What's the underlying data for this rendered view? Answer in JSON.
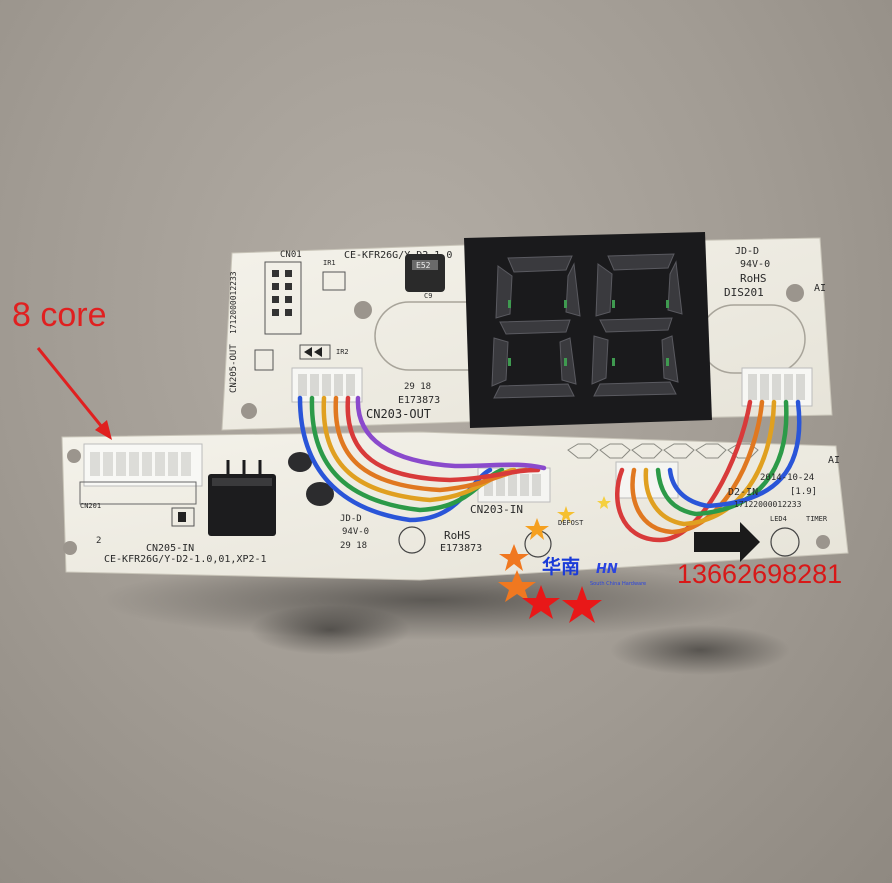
{
  "annotation": {
    "label": "8 core",
    "color": "#e02020"
  },
  "watermark": {
    "brand_cn": "华南",
    "brand_logo": "HN",
    "phone": "13662698281",
    "tagline": "South China Hardware",
    "phone_color": "#d81818",
    "brand_color": "#1a3bd8"
  },
  "upper_board": {
    "model": "CE-KFR26G/Y-D2-1.0",
    "connector_cn01": "CN01",
    "connector_out_left": "CN205-OUT",
    "serial_vertical": "1712000012233",
    "ir1": "IR1",
    "ir2": "IR2",
    "cap_label": "C9",
    "cap_marking": "E52",
    "code_2918": "29 18",
    "ul_code": "E173873",
    "connector_out": "CN203-OUT",
    "logo_jd": "JD-D",
    "flame": "94V-0",
    "rohs": "RoHS",
    "display_ref": "DIS201",
    "ai_mark": "AI",
    "display_segments": "88"
  },
  "lower_board": {
    "connector_in": "CN205-IN",
    "model": "CE-KFR26G/Y-D2-1.0,01,XP2-1",
    "connector_cn201": "CN201",
    "pin_2": "2",
    "logo_jd": "JD-D",
    "flame": "94V-0",
    "code_2918": "29 18",
    "rohs": "RoHS",
    "ul_code": "E173873",
    "connector_in_center": "CN203-IN",
    "defrost": "DEFOST",
    "date": "2014-10-24",
    "board_id": "D2-IN",
    "revision": "[1.9]",
    "serial": "17122000012233",
    "led4": "LED4",
    "timer": "TIMER",
    "ai_mark": "AI"
  }
}
